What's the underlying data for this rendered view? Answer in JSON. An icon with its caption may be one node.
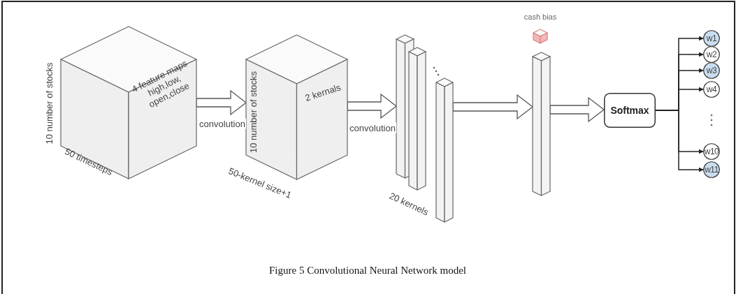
{
  "diagram": {
    "caption": "Figure 5 Convolutional Neural Network model",
    "nodes": [
      {
        "text": [
          "4 feature maps high,low, open,close",
          "50 timesteps"
        ],
        "beside": [
          "10 number of stocks"
        ]
      },
      {
        "text": [
          "10 number of stocks",
          "2 kernals"
        ],
        "beside": [
          "50-kernel size+1"
        ]
      },
      {
        "text": [],
        "shape": "bar"
      },
      {
        "text": [],
        "shape": "bar"
      },
      {
        "text": [],
        "shape": "bar"
      },
      {
        "text": [],
        "shape": "bar"
      },
      {
        "text": [],
        "shape": "box",
        "beside": [
          "cash bias"
        ]
      },
      {
        "text": [
          "Softmax"
        ]
      },
      {
        "text": [
          "w1"
        ]
      },
      {
        "text": [
          "w2"
        ]
      },
      {
        "text": [
          "w3"
        ]
      },
      {
        "text": [
          "w4"
        ]
      },
      {
        "text": [
          "w10"
        ]
      },
      {
        "text": [
          "w11"
        ]
      }
    ],
    "edges": [
      {
        "from": 0,
        "to": 1,
        "arrow": "to",
        "label": "convolution"
      },
      {
        "from": 1,
        "to": 2,
        "arrow": "to",
        "label": "convolution"
      },
      {
        "from": 4,
        "to": 5,
        "arrow": "to"
      },
      {
        "from": 5,
        "to": 7,
        "arrow": "to"
      },
      {
        "from": 7,
        "to": 8,
        "arrow": "to"
      },
      {
        "from": 7,
        "to": 9,
        "arrow": "to"
      },
      {
        "from": 7,
        "to": 10,
        "arrow": "to"
      },
      {
        "from": 7,
        "to": 11,
        "arrow": "to"
      },
      {
        "from": 7,
        "to": 12,
        "arrow": "to"
      },
      {
        "from": 7,
        "to": 13,
        "arrow": "to"
      }
    ],
    "labels": [
      "20 kernels"
    ]
  }
}
